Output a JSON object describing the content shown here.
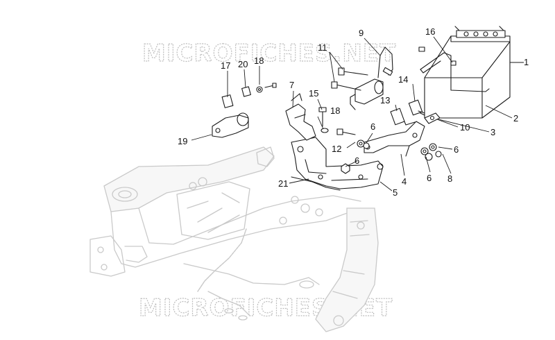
{
  "watermark": {
    "text": "MICROFICHES.NET"
  },
  "callouts": [
    {
      "id": "c1",
      "label": "1"
    },
    {
      "id": "c2",
      "label": "2"
    },
    {
      "id": "c3",
      "label": "3"
    },
    {
      "id": "c4",
      "label": "4"
    },
    {
      "id": "c5",
      "label": "5"
    },
    {
      "id": "c6a",
      "label": "6"
    },
    {
      "id": "c6b",
      "label": "6"
    },
    {
      "id": "c6c",
      "label": "6"
    },
    {
      "id": "c6d",
      "label": "6"
    },
    {
      "id": "c7",
      "label": "7"
    },
    {
      "id": "c8",
      "label": "8"
    },
    {
      "id": "c9",
      "label": "9"
    },
    {
      "id": "c10",
      "label": "10"
    },
    {
      "id": "c11",
      "label": "11"
    },
    {
      "id": "c12",
      "label": "12"
    },
    {
      "id": "c13",
      "label": "13"
    },
    {
      "id": "c14",
      "label": "14"
    },
    {
      "id": "c15",
      "label": "15"
    },
    {
      "id": "c16",
      "label": "16"
    },
    {
      "id": "c17",
      "label": "17"
    },
    {
      "id": "c18a",
      "label": "18"
    },
    {
      "id": "c18b",
      "label": "18"
    },
    {
      "id": "c19",
      "label": "19"
    },
    {
      "id": "c20",
      "label": "20"
    },
    {
      "id": "c21",
      "label": "21"
    }
  ]
}
